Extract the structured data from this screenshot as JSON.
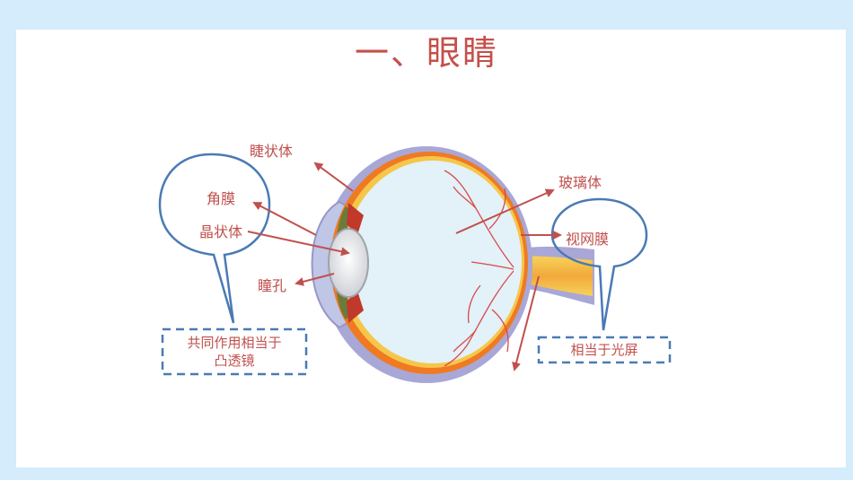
{
  "title": "一、眼睛",
  "labels": {
    "ciliary_body": "睫状体",
    "cornea": "角膜",
    "lens": "晶状体",
    "pupil": "瞳孔",
    "vitreous": "玻璃体",
    "retina": "视网膜"
  },
  "notes": {
    "left_line1": "共同作用相当于",
    "left_line2": "凸透镜",
    "right": "相当于光屏"
  },
  "colors": {
    "label": "#c0504d",
    "title": "#c5504a",
    "bubble_outline": "#4a7ab5",
    "arrow": "#c0504d",
    "background": "#d4ecfb"
  }
}
